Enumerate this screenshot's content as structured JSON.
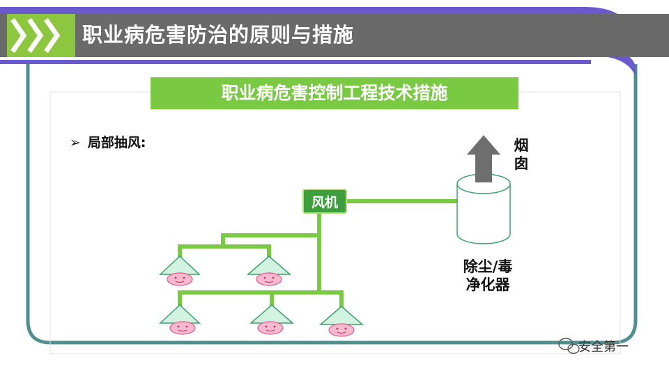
{
  "header": {
    "title": "职业病危害防治的原则与措施"
  },
  "section": {
    "subtitle": "职业病危害控制工程技术措施"
  },
  "content": {
    "bullet_mark": "➢",
    "bullet_text": "局部抽风:"
  },
  "diagram": {
    "fan_label": "风机",
    "purifier_label_line1": "除尘/毒",
    "purifier_label_line2": "净化器",
    "chimney_label_line1": "烟",
    "chimney_label_line2": "囱",
    "hood_count": 5,
    "colors": {
      "pipe": "#7ac943",
      "hood_fill": "#d2f2e2",
      "hood_stroke": "#3aa06a",
      "face_fill": "#f9b9cf",
      "face_stroke": "#e05a8a",
      "fan_fill": "#3c9f3c",
      "arrow": "#6e6e6e"
    }
  },
  "watermark": {
    "text": "安全第一"
  },
  "theme": {
    "header_dark": "#6a6a6a",
    "header_purple": "#6a5acd",
    "chevron_green": "#8dc63f",
    "frame_teal": "#4f8f8f"
  }
}
